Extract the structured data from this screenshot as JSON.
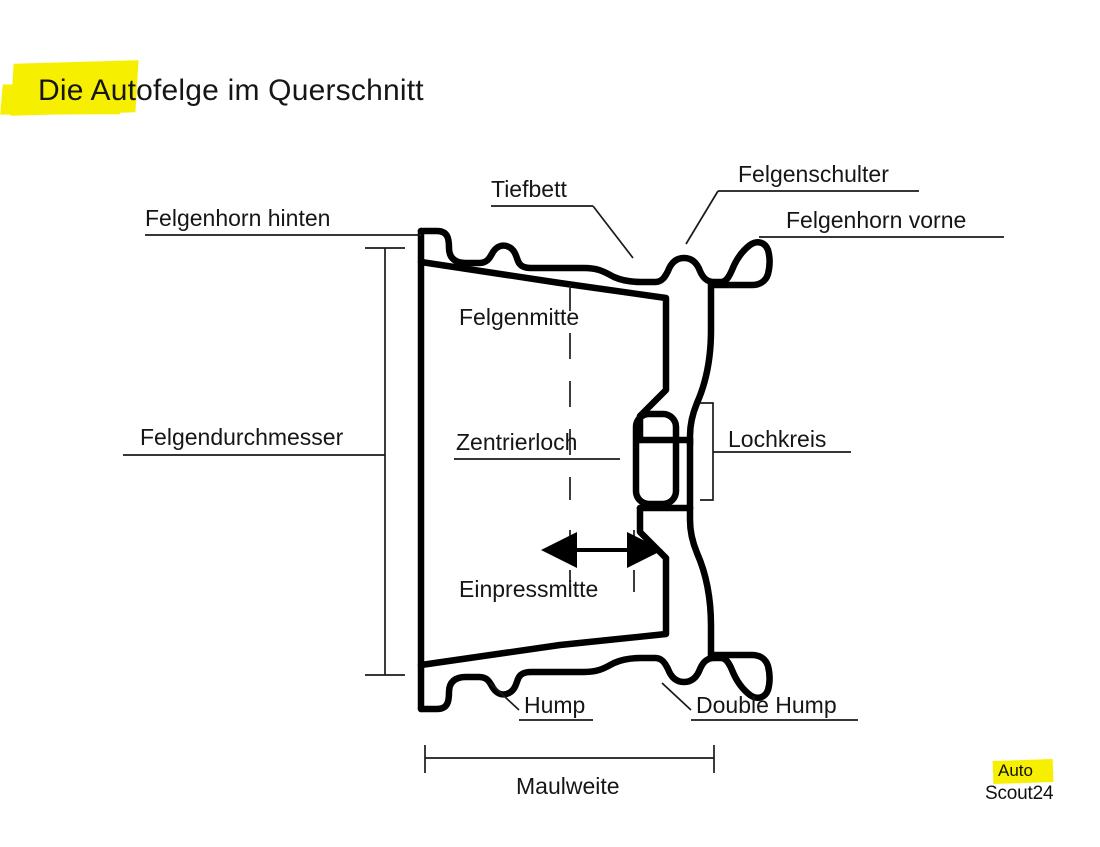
{
  "page": {
    "title": "Die Autofelge im Querschnitt",
    "title_highlight_color": "#f6ef00",
    "background_color": "#ffffff",
    "line_color": "#000000"
  },
  "diagram": {
    "subject": "car-wheel-rim-cross-section",
    "labels": {
      "felgenhorn_hinten": "Felgenhorn hinten",
      "tiefbett": "Tiefbett",
      "felgenschulter": "Felgenschulter",
      "felgenhorn_vorne": "Felgenhorn vorne",
      "felgenmitte": "Felgenmitte",
      "felgendurchmesser": "Felgendurchmesser",
      "zentrierloch": "Zentrierloch",
      "lochkreis": "Lochkreis",
      "einpressmitte": "Einpressmitte",
      "hump": "Hump",
      "double_hump": "Double Hump",
      "maulweite": "Maulweite"
    }
  },
  "logo": {
    "line1": "Auto",
    "line2": "Scout24",
    "highlight_color": "#f6ef00"
  }
}
